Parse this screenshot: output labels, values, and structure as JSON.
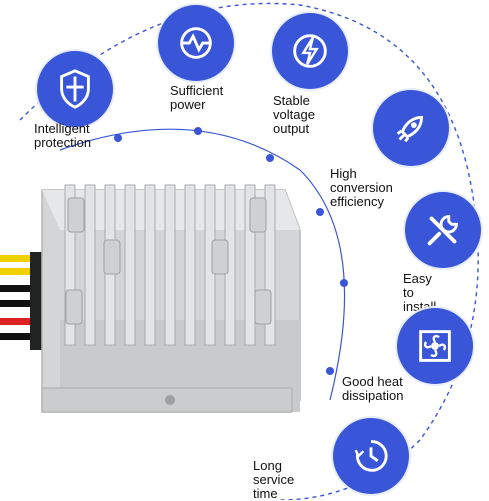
{
  "colors": {
    "accent": "#3a56d8",
    "arc": "#3a56d8",
    "device": "#d9dadb"
  },
  "features": [
    {
      "id": "intelligent-protection",
      "icon": "shield-icon",
      "label": "Intelligent\nprotection"
    },
    {
      "id": "sufficient-power",
      "icon": "pulse-icon",
      "label": "Sufficient\npower"
    },
    {
      "id": "stable-voltage",
      "icon": "lightning-icon",
      "label": "Stable voltage\noutput"
    },
    {
      "id": "high-efficiency",
      "icon": "rocket-icon",
      "label": "High conversion\nefficiency"
    },
    {
      "id": "easy-install",
      "icon": "tools-icon",
      "label": "Easy to\ninstall"
    },
    {
      "id": "heat-dissipation",
      "icon": "fan-icon",
      "label": "Good heat\ndissipation"
    },
    {
      "id": "long-life",
      "icon": "clock-icon",
      "label": "Long service\ntime"
    }
  ]
}
